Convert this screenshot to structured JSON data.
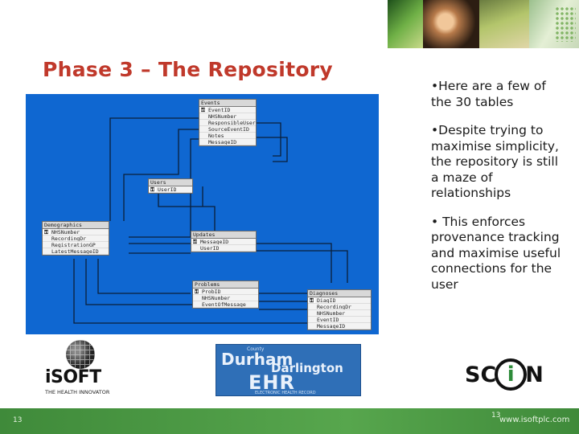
{
  "slide": {
    "title": "Phase 3 – The Repository",
    "bullets": [
      "•Here are a few of the 30 tables",
      "•Despite trying to maximise simplicity, the repository is still a maze of relationships",
      "• This enforces provenance tracking and maximise useful connections for the user"
    ]
  },
  "diagram": {
    "background": "#0f67d1",
    "tables": [
      {
        "name": "Events",
        "rows": [
          {
            "key": "pk",
            "col": "EventID"
          },
          {
            "key": "",
            "col": "NHSNumber"
          },
          {
            "key": "",
            "col": "ResponsibleUser"
          },
          {
            "key": "",
            "col": "SourceEventID"
          },
          {
            "key": "",
            "col": "Notes"
          },
          {
            "key": "",
            "col": "MessageID"
          }
        ]
      },
      {
        "name": "Users",
        "rows": [
          {
            "key": "pk",
            "col": "UserID"
          }
        ]
      },
      {
        "name": "Demographics",
        "rows": [
          {
            "key": "pk",
            "col": "NHSNumber"
          },
          {
            "key": "",
            "col": "RecordingDr"
          },
          {
            "key": "",
            "col": "RegistrationGP"
          },
          {
            "key": "",
            "col": "LatestMessageID"
          }
        ]
      },
      {
        "name": "Updates",
        "rows": [
          {
            "key": "pk",
            "col": "MessageID"
          },
          {
            "key": "",
            "col": "UserID"
          }
        ]
      },
      {
        "name": "Problems",
        "rows": [
          {
            "key": "pk",
            "col": "ProbID"
          },
          {
            "key": "",
            "col": "NHSNumber"
          },
          {
            "key": "",
            "col": "EventOfMessage"
          }
        ]
      },
      {
        "name": "Diagnoses",
        "rows": [
          {
            "key": "pk",
            "col": "DiagID"
          },
          {
            "key": "",
            "col": "RecordingDr"
          },
          {
            "key": "",
            "col": "NHSNumber"
          },
          {
            "key": "",
            "col": "EventID"
          },
          {
            "key": "",
            "col": "MessageID"
          }
        ]
      }
    ]
  },
  "logos": {
    "isoft_word": "iSOFT",
    "isoft_tagline": "THE HEALTH INNOVATOR",
    "ehr_small": "County",
    "ehr_durham": "Durham",
    "ehr_darlington": "Darlington",
    "ehr_big": "EHR",
    "ehr_sub": "ELECTRONIC HEALTH RECORD",
    "schin_left": "SC",
    "schin_i": "i",
    "schin_right": "N"
  },
  "footer": {
    "slide_number_left": "13",
    "slide_number_right": "13",
    "url": "www.isoftplc.com"
  },
  "colors": {
    "title": "#c0392b",
    "footer": "#4f9a46",
    "diagram_bg": "#0f67d1"
  }
}
